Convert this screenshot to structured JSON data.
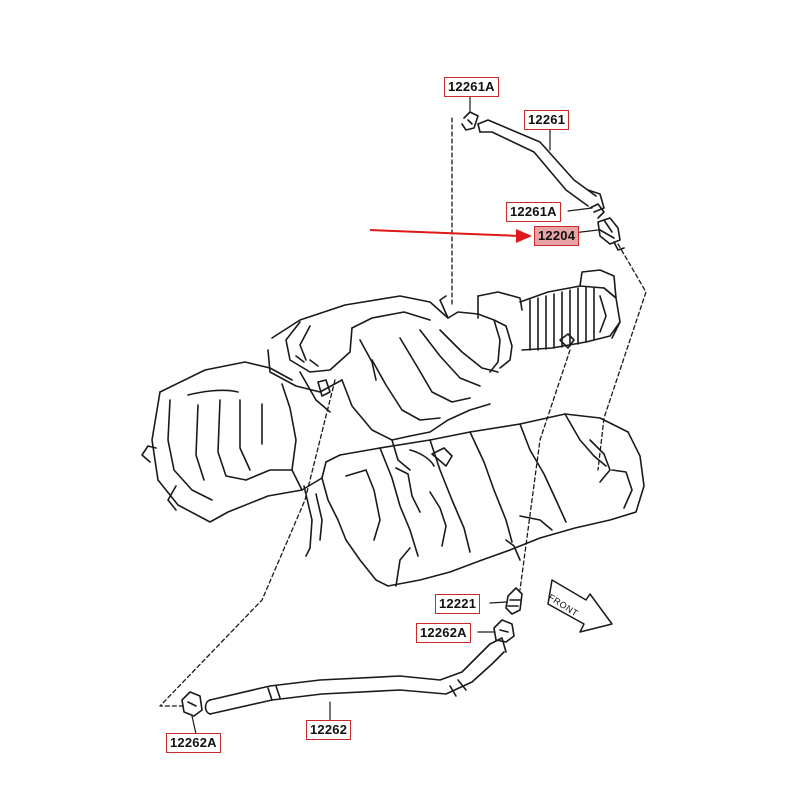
{
  "diagram": {
    "highlight_color": "#cc2a2a",
    "callouts": {
      "hose_clip_upper_a": "12261A",
      "hose_upper": "12261",
      "hose_clip_upper_b": "12261A",
      "pcv_valve": "12204",
      "pcv_grommet": "12221",
      "hose_clip_lower_a": "12262A",
      "hose_lower": "12262",
      "hose_clip_lower_b": "12262A"
    },
    "front_marker": "FRONT"
  }
}
